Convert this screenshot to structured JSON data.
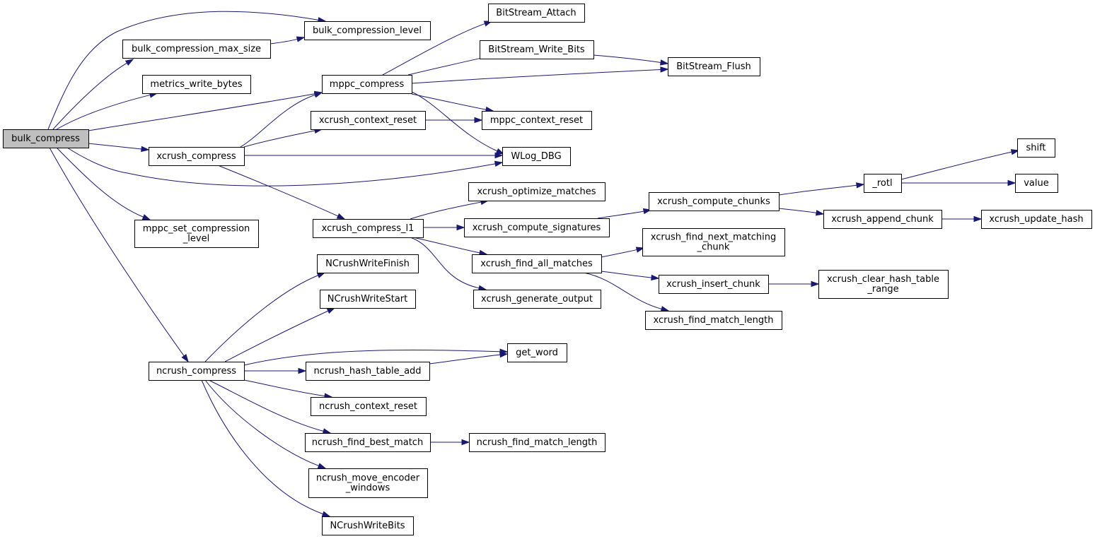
{
  "diagram": {
    "type": "call-graph",
    "root": "bulk_compress",
    "colors": {
      "edge": "#191970",
      "root_fill": "#bfbfbf",
      "node_fill": "#ffffff",
      "node_border": "#000000"
    },
    "nodes": [
      {
        "id": "bulk_compress",
        "lines": [
          "bulk_compress"
        ]
      },
      {
        "id": "bulk_compression_max_size",
        "lines": [
          "bulk_compression_max_size"
        ]
      },
      {
        "id": "bulk_compression_level",
        "lines": [
          "bulk_compression_level"
        ]
      },
      {
        "id": "metrics_write_bytes",
        "lines": [
          "metrics_write_bytes"
        ]
      },
      {
        "id": "mppc_compress",
        "lines": [
          "mppc_compress"
        ]
      },
      {
        "id": "BitStream_Attach",
        "lines": [
          "BitStream_Attach"
        ]
      },
      {
        "id": "BitStream_Write_Bits",
        "lines": [
          "BitStream_Write_Bits"
        ]
      },
      {
        "id": "BitStream_Flush",
        "lines": [
          "BitStream_Flush"
        ]
      },
      {
        "id": "mppc_context_reset",
        "lines": [
          "mppc_context_reset"
        ]
      },
      {
        "id": "WLog_DBG",
        "lines": [
          "WLog_DBG"
        ]
      },
      {
        "id": "xcrush_context_reset",
        "lines": [
          "xcrush_context_reset"
        ]
      },
      {
        "id": "xcrush_compress",
        "lines": [
          "xcrush_compress"
        ]
      },
      {
        "id": "mppc_set_compression_level",
        "lines": [
          "mppc_set_compression",
          "_level"
        ]
      },
      {
        "id": "xcrush_compress_l1",
        "lines": [
          "xcrush_compress_l1"
        ]
      },
      {
        "id": "xcrush_optimize_matches",
        "lines": [
          "xcrush_optimize_matches"
        ]
      },
      {
        "id": "xcrush_compute_signatures",
        "lines": [
          "xcrush_compute_signatures"
        ]
      },
      {
        "id": "xcrush_find_all_matches",
        "lines": [
          "xcrush_find_all_matches"
        ]
      },
      {
        "id": "xcrush_generate_output",
        "lines": [
          "xcrush_generate_output"
        ]
      },
      {
        "id": "xcrush_compute_chunks",
        "lines": [
          "xcrush_compute_chunks"
        ]
      },
      {
        "id": "xcrush_find_next_matching_chunk",
        "lines": [
          "xcrush_find_next_matching",
          "_chunk"
        ]
      },
      {
        "id": "xcrush_insert_chunk",
        "lines": [
          "xcrush_insert_chunk"
        ]
      },
      {
        "id": "xcrush_find_match_length",
        "lines": [
          "xcrush_find_match_length"
        ]
      },
      {
        "id": "_rotl",
        "lines": [
          "_rotl"
        ]
      },
      {
        "id": "xcrush_append_chunk",
        "lines": [
          "xcrush_append_chunk"
        ]
      },
      {
        "id": "xcrush_clear_hash_table_range",
        "lines": [
          "xcrush_clear_hash_table",
          "_range"
        ]
      },
      {
        "id": "shift",
        "lines": [
          "shift"
        ]
      },
      {
        "id": "value",
        "lines": [
          "value"
        ]
      },
      {
        "id": "xcrush_update_hash",
        "lines": [
          "xcrush_update_hash"
        ]
      },
      {
        "id": "ncrush_compress",
        "lines": [
          "ncrush_compress"
        ]
      },
      {
        "id": "NCrushWriteFinish",
        "lines": [
          "NCrushWriteFinish"
        ]
      },
      {
        "id": "NCrushWriteStart",
        "lines": [
          "NCrushWriteStart"
        ]
      },
      {
        "id": "get_word",
        "lines": [
          "get_word"
        ]
      },
      {
        "id": "ncrush_hash_table_add",
        "lines": [
          "ncrush_hash_table_add"
        ]
      },
      {
        "id": "ncrush_context_reset",
        "lines": [
          "ncrush_context_reset"
        ]
      },
      {
        "id": "ncrush_find_best_match",
        "lines": [
          "ncrush_find_best_match"
        ]
      },
      {
        "id": "ncrush_find_match_length",
        "lines": [
          "ncrush_find_match_length"
        ]
      },
      {
        "id": "ncrush_move_encoder_windows",
        "lines": [
          "ncrush_move_encoder",
          "_windows"
        ]
      },
      {
        "id": "NCrushWriteBits",
        "lines": [
          "NCrushWriteBits"
        ]
      }
    ],
    "edges": [
      {
        "from": "bulk_compress",
        "to": "bulk_compression_level"
      },
      {
        "from": "bulk_compress",
        "to": "bulk_compression_max_size"
      },
      {
        "from": "bulk_compress",
        "to": "metrics_write_bytes"
      },
      {
        "from": "bulk_compress",
        "to": "mppc_compress"
      },
      {
        "from": "bulk_compress",
        "to": "xcrush_compress"
      },
      {
        "from": "bulk_compress",
        "to": "WLog_DBG"
      },
      {
        "from": "bulk_compress",
        "to": "mppc_set_compression_level"
      },
      {
        "from": "bulk_compress",
        "to": "ncrush_compress"
      },
      {
        "from": "bulk_compression_max_size",
        "to": "bulk_compression_level"
      },
      {
        "from": "mppc_compress",
        "to": "BitStream_Attach"
      },
      {
        "from": "mppc_compress",
        "to": "BitStream_Write_Bits"
      },
      {
        "from": "mppc_compress",
        "to": "BitStream_Flush"
      },
      {
        "from": "mppc_compress",
        "to": "mppc_context_reset"
      },
      {
        "from": "mppc_compress",
        "to": "WLog_DBG"
      },
      {
        "from": "BitStream_Write_Bits",
        "to": "BitStream_Flush"
      },
      {
        "from": "xcrush_compress",
        "to": "mppc_compress"
      },
      {
        "from": "xcrush_compress",
        "to": "xcrush_context_reset"
      },
      {
        "from": "xcrush_compress",
        "to": "WLog_DBG"
      },
      {
        "from": "xcrush_compress",
        "to": "xcrush_compress_l1"
      },
      {
        "from": "xcrush_context_reset",
        "to": "mppc_context_reset"
      },
      {
        "from": "xcrush_compress_l1",
        "to": "xcrush_optimize_matches"
      },
      {
        "from": "xcrush_compress_l1",
        "to": "xcrush_compute_signatures"
      },
      {
        "from": "xcrush_compress_l1",
        "to": "xcrush_find_all_matches"
      },
      {
        "from": "xcrush_compress_l1",
        "to": "xcrush_generate_output"
      },
      {
        "from": "xcrush_compute_signatures",
        "to": "xcrush_compute_chunks"
      },
      {
        "from": "xcrush_compute_chunks",
        "to": "_rotl"
      },
      {
        "from": "xcrush_compute_chunks",
        "to": "xcrush_append_chunk"
      },
      {
        "from": "_rotl",
        "to": "shift"
      },
      {
        "from": "_rotl",
        "to": "value"
      },
      {
        "from": "xcrush_append_chunk",
        "to": "xcrush_update_hash"
      },
      {
        "from": "xcrush_find_all_matches",
        "to": "xcrush_find_next_matching_chunk"
      },
      {
        "from": "xcrush_find_all_matches",
        "to": "xcrush_insert_chunk"
      },
      {
        "from": "xcrush_find_all_matches",
        "to": "xcrush_find_match_length"
      },
      {
        "from": "xcrush_insert_chunk",
        "to": "xcrush_clear_hash_table_range"
      },
      {
        "from": "ncrush_compress",
        "to": "NCrushWriteFinish"
      },
      {
        "from": "ncrush_compress",
        "to": "NCrushWriteStart"
      },
      {
        "from": "ncrush_compress",
        "to": "get_word"
      },
      {
        "from": "ncrush_compress",
        "to": "ncrush_hash_table_add"
      },
      {
        "from": "ncrush_compress",
        "to": "ncrush_context_reset"
      },
      {
        "from": "ncrush_compress",
        "to": "ncrush_find_best_match"
      },
      {
        "from": "ncrush_compress",
        "to": "ncrush_move_encoder_windows"
      },
      {
        "from": "ncrush_compress",
        "to": "NCrushWriteBits"
      },
      {
        "from": "ncrush_hash_table_add",
        "to": "get_word"
      },
      {
        "from": "ncrush_find_best_match",
        "to": "ncrush_find_match_length"
      }
    ]
  }
}
